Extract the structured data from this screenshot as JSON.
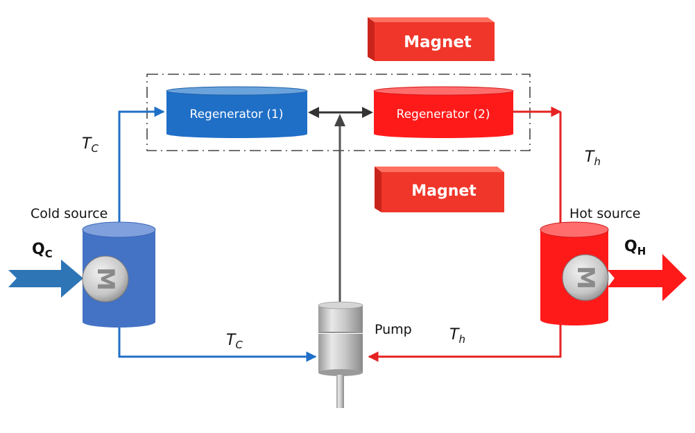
{
  "diagram": {
    "title": "Active magnetic regenerator refrigeration cycle",
    "colors": {
      "cold": "#1f6fc7",
      "cold_fill": "#4472c4",
      "hot": "#e52222",
      "hot_fill": "#ff1a1a",
      "magnet": "#f0362a",
      "shaft": "#555555"
    },
    "magnets": [
      {
        "id": "magnet-top",
        "label": "Magnet"
      },
      {
        "id": "magnet-bottom",
        "label": "Magnet"
      }
    ],
    "regenerators": [
      {
        "id": "regenerator-1",
        "label": "Regenerator (1)"
      },
      {
        "id": "regenerator-2",
        "label": "Regenerator (2)"
      }
    ],
    "sources": {
      "cold": {
        "label": "Cold source",
        "heat": "Q",
        "heat_sub": "C"
      },
      "hot": {
        "label": "Hot source",
        "heat": "Q",
        "heat_sub": "H"
      }
    },
    "pump": {
      "label": "Pump"
    },
    "temperatures": {
      "cold_top": {
        "sym": "T",
        "sub": "C"
      },
      "cold_bottom": {
        "sym": "T",
        "sub": "C"
      },
      "hot_top": {
        "sym": "T",
        "sub": "h"
      },
      "hot_bottom": {
        "sym": "T",
        "sub": "h"
      }
    },
    "motor_glyph": "M"
  }
}
